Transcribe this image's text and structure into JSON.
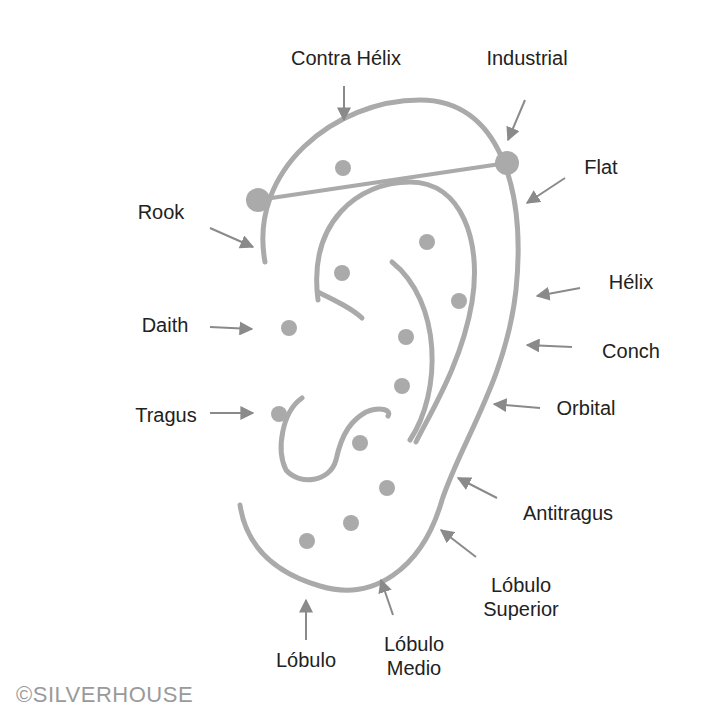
{
  "diagram": {
    "labels": [
      "Contra Hélix",
      "Industrial",
      "Flat",
      "Rook",
      "Hélix",
      "Daith",
      "Conch",
      "Tragus",
      "Orbital",
      "Antitragus",
      "Lóbulo Superior",
      "Lóbulo Medio",
      "Lóbulo",
      "©SILVERHOUSE"
    ]
  }
}
